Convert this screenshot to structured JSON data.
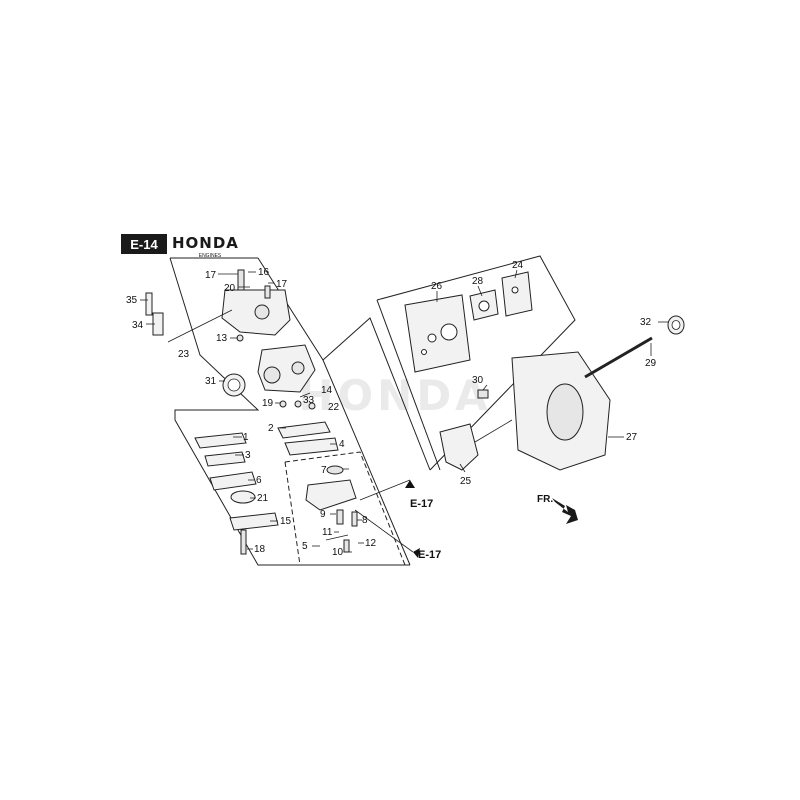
{
  "header": {
    "section_code": "E-14",
    "brand": "HONDA",
    "brand_sub": "ENGINES"
  },
  "watermark": "HONDA",
  "callouts": {
    "c1": "1",
    "c2": "2",
    "c3": "3",
    "c4": "4",
    "c5": "5",
    "c6": "6",
    "c7": "7",
    "c8": "8",
    "c9": "9",
    "c10": "10",
    "c11": "11",
    "c12": "12",
    "c13": "13",
    "c14": "14",
    "c15": "15",
    "c16": "16",
    "c17a": "17",
    "c17b": "17",
    "c18": "18",
    "c19": "19",
    "c20": "20",
    "c21": "21",
    "c22": "22",
    "c23": "23",
    "c24": "24",
    "c25": "25",
    "c26": "26",
    "c27": "27",
    "c28": "28",
    "c29": "29",
    "c30": "30",
    "c31": "31",
    "c32": "32",
    "c33": "33",
    "c34": "34",
    "c35": "35"
  },
  "refs": {
    "ref_a": "E-17",
    "ref_b": "E-17"
  },
  "direction": {
    "label": "FR."
  },
  "colors": {
    "ink": "#222222",
    "header_bg": "#1a1a1a",
    "header_text": "#ffffff"
  }
}
